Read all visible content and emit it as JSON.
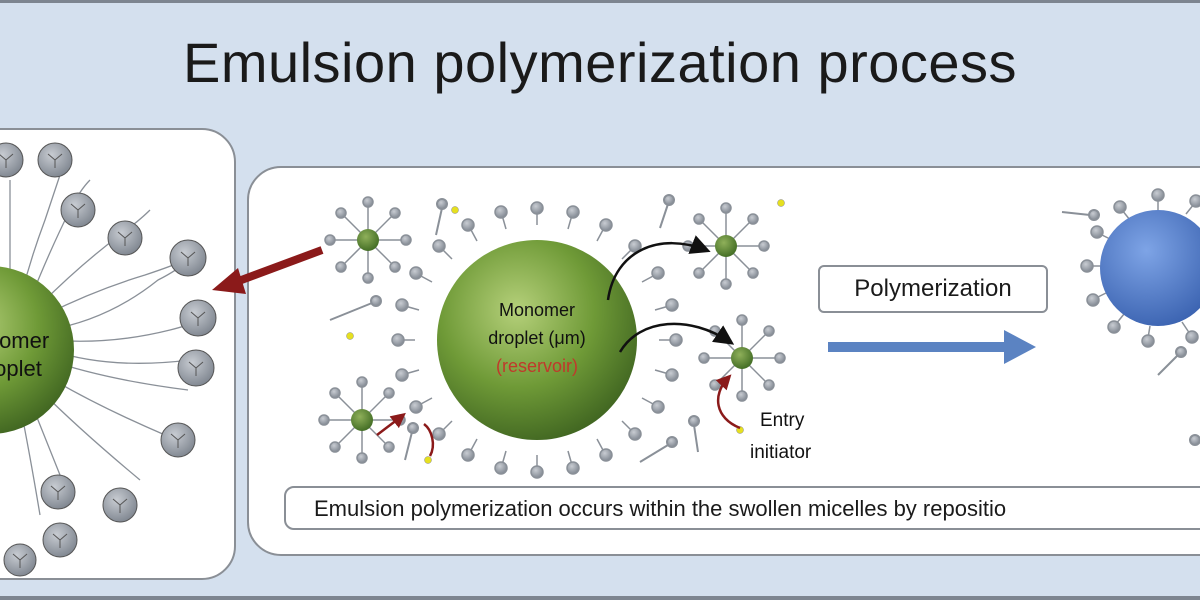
{
  "title": "Emulsion polymerization process",
  "left_droplet": {
    "line1": "nomer",
    "line2": "oplet"
  },
  "main_droplet": {
    "line1": "Monomer",
    "line2": "droplet (μm)",
    "line3": "(reservoir)"
  },
  "entry_label": {
    "line1": "Entry",
    "line2": "initiator"
  },
  "polymerization_label": "Polymerization",
  "caption": "Emulsion polymerization occurs within the swollen micelles by repositio",
  "colors": {
    "background": "#d4e0ee",
    "droplet_green": "#5e8a2e",
    "polymer_blue": "#4a74c4",
    "surfactant_head": "#9aa4b4",
    "initiator_yellow": "#e6e020",
    "arrow_red": "#8b1a1a",
    "arrow_blue": "#5b83c2",
    "reservoir_text": "#c0392b"
  }
}
